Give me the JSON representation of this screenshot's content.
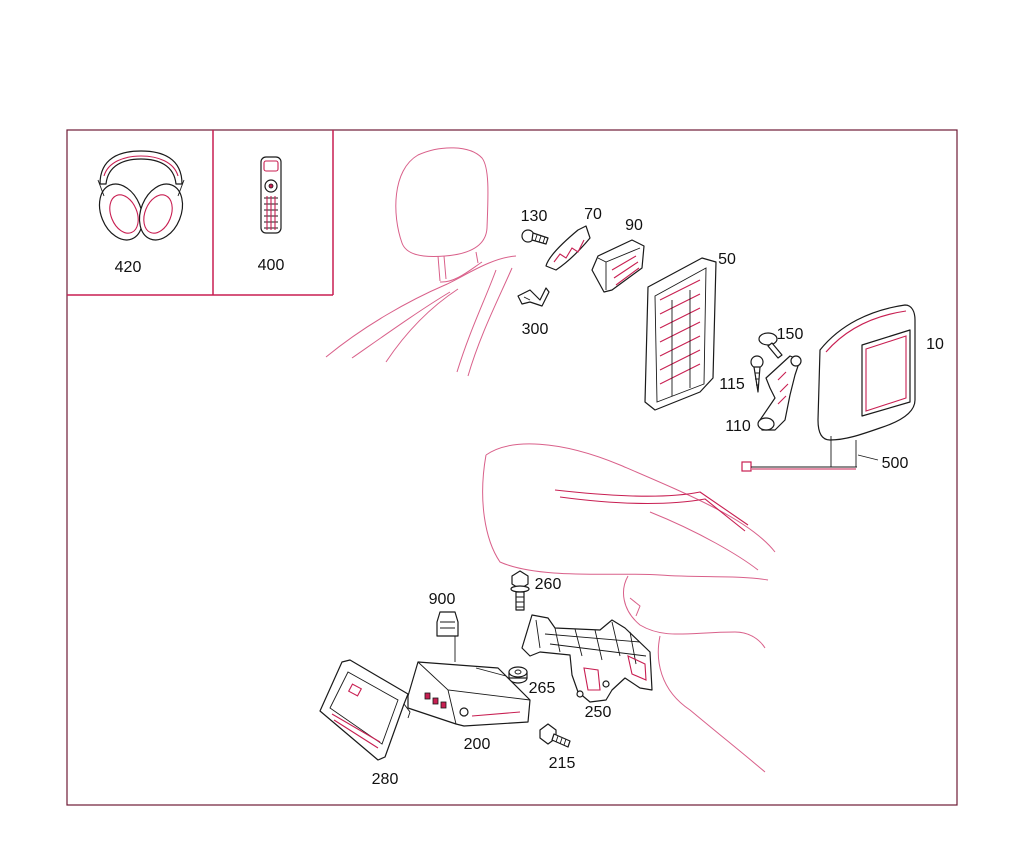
{
  "diagram": {
    "inset": {
      "headphones": {
        "number": "420",
        "icon": "headphones-icon"
      },
      "remote": {
        "number": "400",
        "icon": "remote-control-icon"
      }
    },
    "callouts": {
      "p10": "10",
      "p50": "50",
      "p70": "70",
      "p90": "90",
      "p110": "110",
      "p115": "115",
      "p130": "130",
      "p150": "150",
      "p200": "200",
      "p215": "215",
      "p250": "250",
      "p260": "260",
      "p265": "265",
      "p280": "280",
      "p300": "300",
      "p500": "500",
      "p900": "900"
    }
  },
  "colors": {
    "frame": "#6e1a36",
    "accent": "#c81f52",
    "seat_outline": "#d9608a",
    "part_line": "#1a1a1a"
  }
}
